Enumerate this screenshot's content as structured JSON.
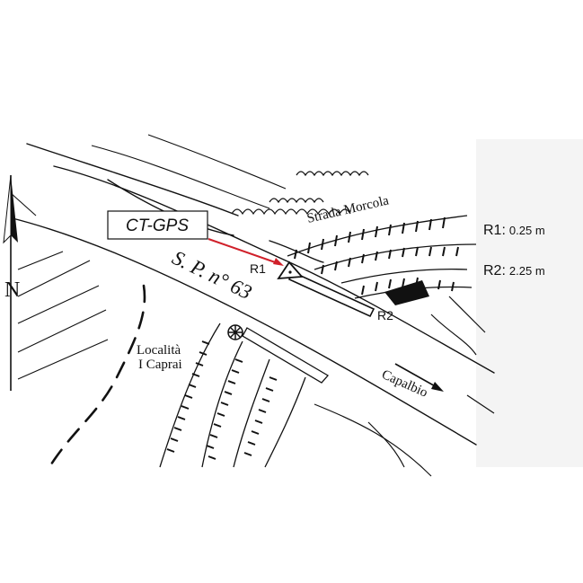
{
  "colors": {
    "ink": "#111111",
    "pointer": "#d0202a",
    "paper": "#ffffff",
    "shade": "#f4f4f4"
  },
  "icons": {
    "north": "north-arrow-icon",
    "station": "triangle-station-icon",
    "tree": "tree-icon",
    "direction": "direction-arrow-icon"
  },
  "map": {
    "north_label": "N",
    "station_label": "CT-GPS",
    "road_label": "S. P. n° 63",
    "street_label": "Strada Morcola",
    "locality_line1": "Località",
    "locality_line2": "I Caprai",
    "direction_label": "Capalbio",
    "r1_tag": "R1",
    "r2_tag": "R2"
  },
  "legend": [
    {
      "key": "R1:",
      "value": "0.25 m"
    },
    {
      "key": "R2:",
      "value": "2.25 m"
    }
  ]
}
